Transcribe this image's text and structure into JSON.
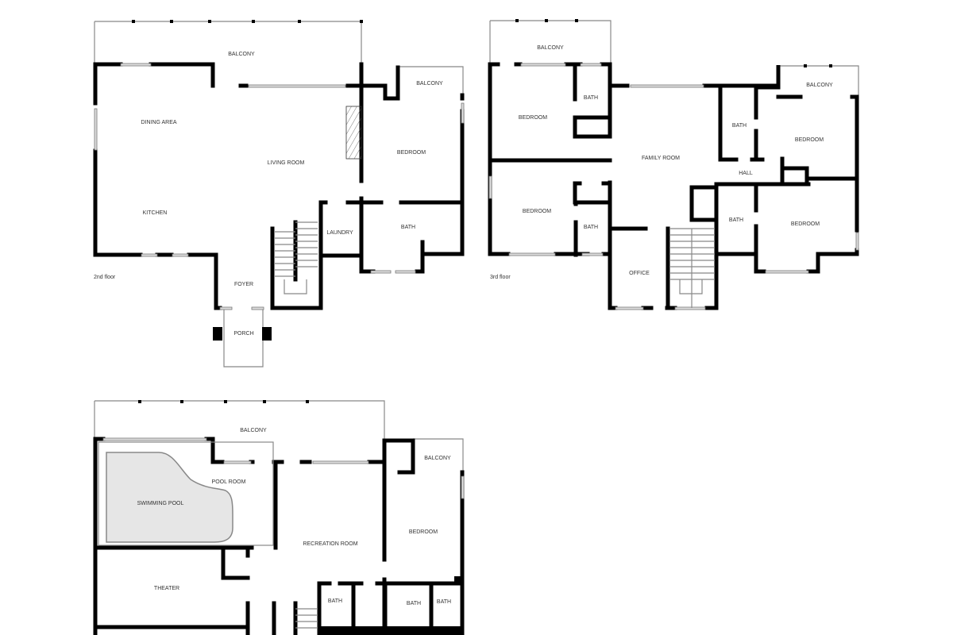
{
  "floors": {
    "second": {
      "label": "2nd floor",
      "rooms": [
        "BALCONY",
        "DINING AREA",
        "LIVING ROOM",
        "KITCHEN",
        "BALCONY",
        "BEDROOM",
        "LAUNDRY",
        "BATH",
        "FOYER",
        "PORCH"
      ]
    },
    "third": {
      "label": "3rd floor",
      "rooms": [
        "BALCONY",
        "BEDROOM",
        "BATH",
        "FAMILY ROOM",
        "BALCONY",
        "BATH",
        "BEDROOM",
        "HALL",
        "BEDROOM",
        "BATH",
        "BATH",
        "BEDROOM",
        "OFFICE"
      ]
    },
    "first": {
      "rooms": [
        "BALCONY",
        "POOL ROOM",
        "SWIMMING POOL",
        "BALCONY",
        "BEDROOM",
        "RECREATION ROOM",
        "THEATER",
        "BATH",
        "BATH",
        "BATH"
      ]
    }
  },
  "colors": {
    "wall": "#000000",
    "pool": "#e6e6e6"
  }
}
